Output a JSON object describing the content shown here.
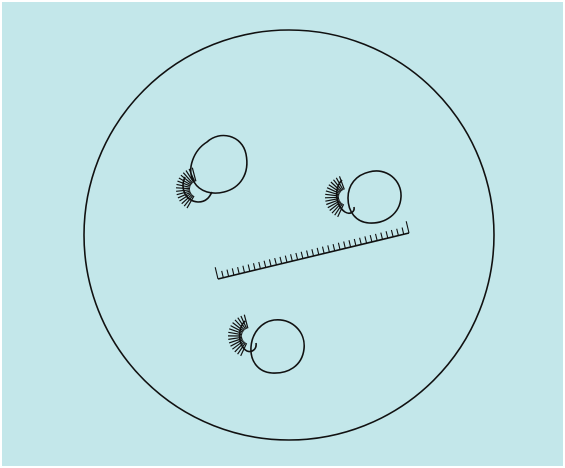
{
  "figure": {
    "background_color": "#c3e7ea",
    "line_color": "#111111",
    "field_of_view": "circle",
    "cell_count": 3,
    "ruler_tick_count": 36,
    "has_ruler": true
  }
}
